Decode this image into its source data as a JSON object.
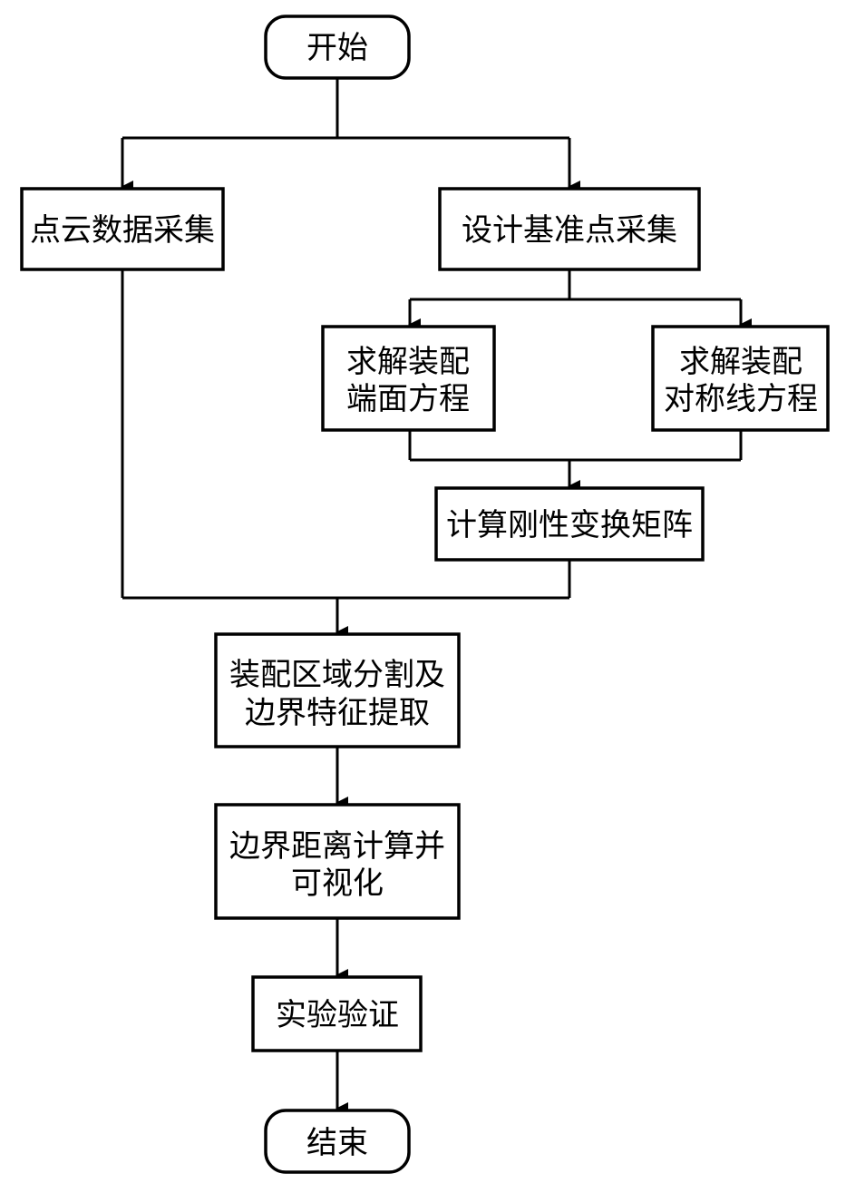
{
  "nodes": {
    "start": {
      "lines": [
        "开始"
      ]
    },
    "pointcloud": {
      "lines": [
        "点云数据采集"
      ]
    },
    "design": {
      "lines": [
        "设计基准点采集"
      ]
    },
    "endface": {
      "lines": [
        "求解装配",
        "端面方程"
      ]
    },
    "symline": {
      "lines": [
        "求解装配",
        "对称线方程"
      ]
    },
    "rigid": {
      "lines": [
        "计算刚性变换矩阵"
      ]
    },
    "segment": {
      "lines": [
        "装配区域分割及",
        "边界特征提取"
      ]
    },
    "distance": {
      "lines": [
        "边界距离计算并",
        "可视化"
      ]
    },
    "verify": {
      "lines": [
        "实验验证"
      ]
    },
    "end": {
      "lines": [
        "结束"
      ]
    }
  },
  "colors": {
    "stroke": "#000000",
    "fill": "#ffffff"
  }
}
